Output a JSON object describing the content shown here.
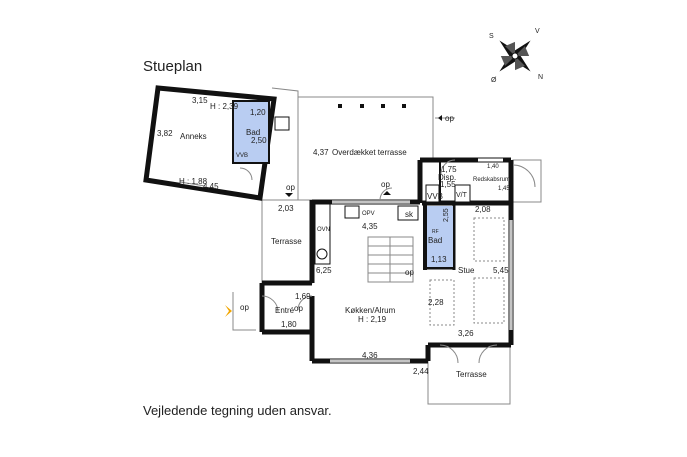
{
  "header": {
    "title": "Stueplan"
  },
  "footer": {
    "disclaimer": "Vejledende tegning uden ansvar."
  },
  "compass": {
    "s": "S",
    "v": "V",
    "n": "N",
    "o": "Ø"
  },
  "colors": {
    "wall": "#111111",
    "bath": "#b9cdf2",
    "arrow": "#f2a600",
    "line": "#888888"
  },
  "rooms": {
    "annex": {
      "name": "Anneks",
      "dim_top": "3,15",
      "dim_h": "H : 2,39",
      "dim_left": "3,82",
      "dim_bottom_h": "H : 1,88",
      "dim_bottom": "4,45"
    },
    "annex_bath": {
      "name": "Bad",
      "dim_top": "1,20",
      "dim_right": "2,50",
      "fixture": "VVB"
    },
    "covered_terrace": {
      "dim": "4,37",
      "name": "Overdækket terrasse"
    },
    "disp": {
      "dim_top": "1,75",
      "name": "Disp.",
      "dim_bottom": "1,55",
      "vvb": "VVB",
      "vt": "V/T"
    },
    "redskab": {
      "dim_top": "1,40",
      "name": "Redskabsrum",
      "dim_bottom": "1,45"
    },
    "terrace_w": {
      "name": "Terrasse",
      "dim_top": "2,03"
    },
    "kitchen": {
      "name": "Køkken/Alrum",
      "height": "H : 2,19",
      "dim_top": "4,35",
      "dim_bottom": "4,36",
      "dim_left": "6,25",
      "ovn": "OVN",
      "opv": "OPV",
      "sk": "sk"
    },
    "bath": {
      "name": "Bad",
      "dim_right": "2,55",
      "dim_bottom": "1,13",
      "fixture": "RF"
    },
    "stue": {
      "name": "Stue",
      "dim_top": "2,08",
      "dim_right": "5,45",
      "dim_left": "2,28",
      "dim_bottom": "3,26"
    },
    "entre": {
      "name": "Entré",
      "dim_top": "1,69",
      "dim_bottom": "1,80"
    },
    "terrace_s": {
      "name": "Terrasse",
      "dim_left": "2,44"
    }
  },
  "labels": {
    "op": "op"
  }
}
